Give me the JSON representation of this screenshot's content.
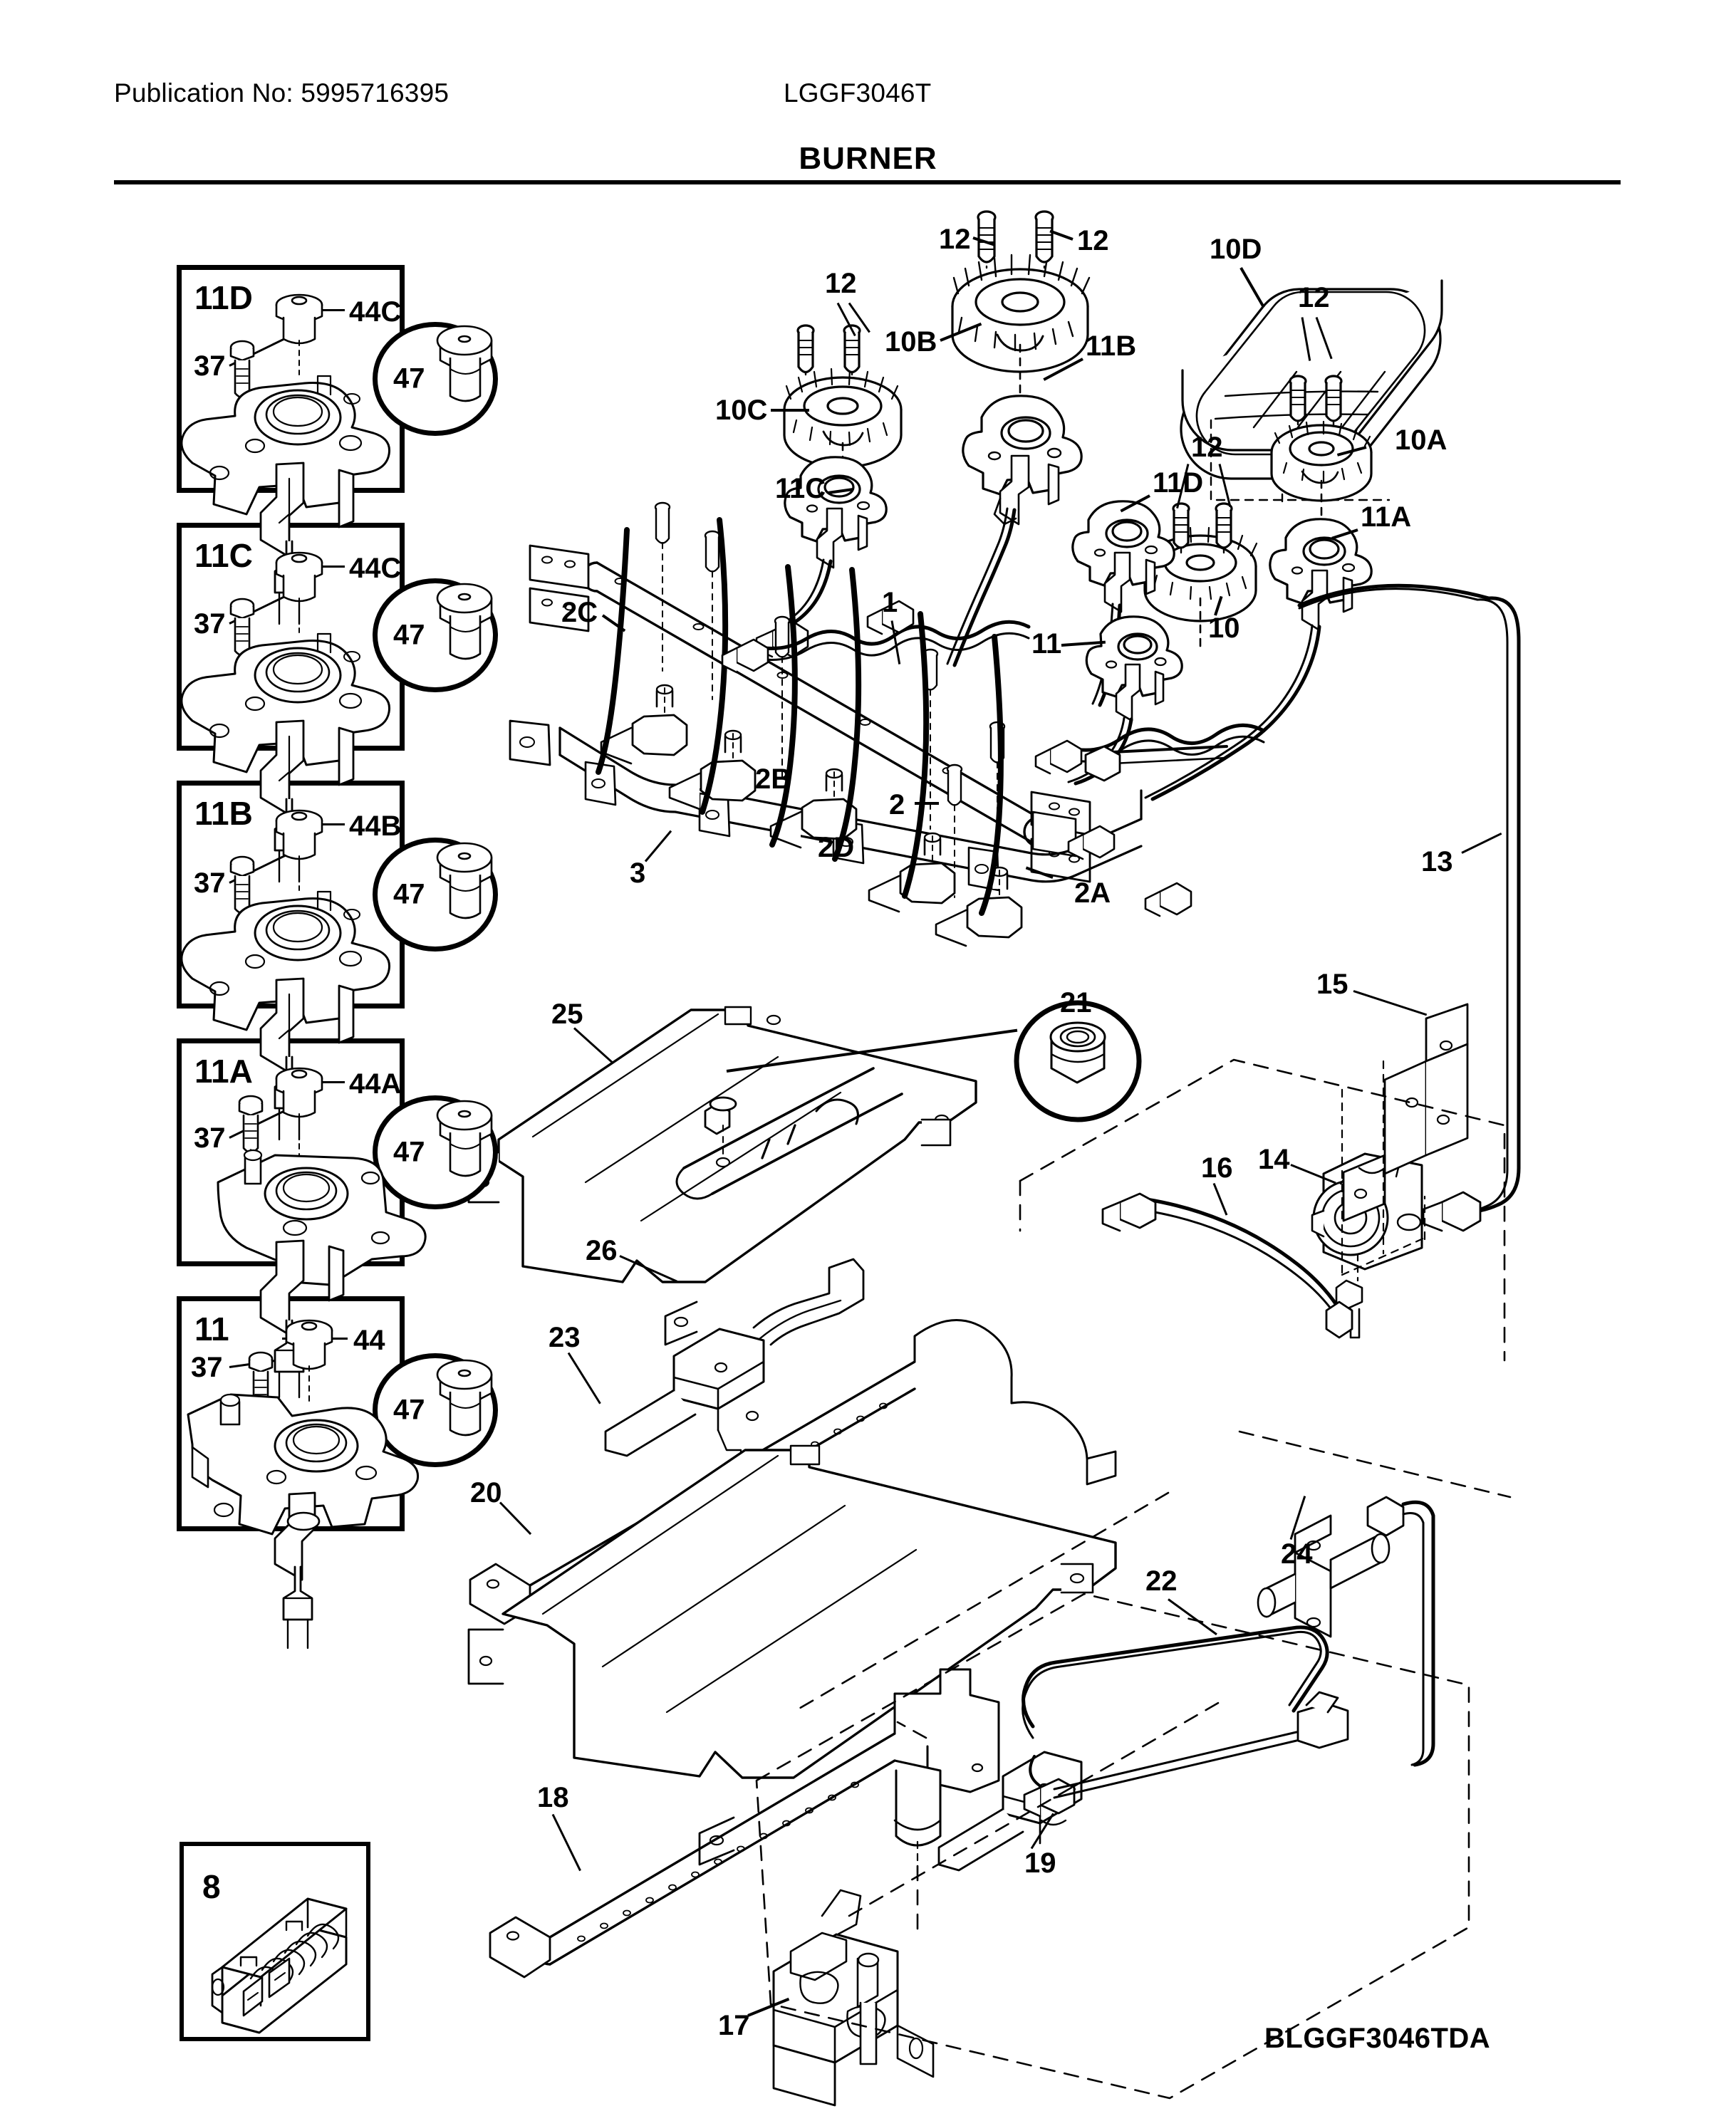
{
  "header": {
    "publication": "Publication No: 5995716395",
    "model": "LGGF3046T",
    "title": "BURNER"
  },
  "footer": {
    "code": "BLGGF3046TDA"
  },
  "detail_boxes": [
    {
      "id": "11D",
      "screw_label": "37",
      "cap_label": "44C",
      "circle_label": "47"
    },
    {
      "id": "11C",
      "screw_label": "37",
      "cap_label": "44C",
      "circle_label": "47"
    },
    {
      "id": "11B",
      "screw_label": "37",
      "cap_label": "44B",
      "circle_label": "47"
    },
    {
      "id": "11A",
      "screw_label": "37",
      "cap_label": "44A",
      "circle_label": "47"
    },
    {
      "id": "11",
      "screw_label": "37",
      "cap_label": "44",
      "circle_label": "47"
    }
  ],
  "igniter_box": {
    "id": "8"
  },
  "callouts": [
    {
      "key": "screw_12_a",
      "text": "12"
    },
    {
      "key": "screw_12_b",
      "text": "12"
    },
    {
      "key": "screw_12_c",
      "text": "12"
    },
    {
      "key": "screw_12_d",
      "text": "12"
    },
    {
      "key": "screw_12_e",
      "text": "12"
    },
    {
      "key": "cap_10b",
      "text": "10B"
    },
    {
      "key": "cap_10c",
      "text": "10C"
    },
    {
      "key": "cap_10d",
      "text": "10D"
    },
    {
      "key": "cap_10a",
      "text": "10A"
    },
    {
      "key": "cap_10",
      "text": "10"
    },
    {
      "key": "head_11b",
      "text": "11B"
    },
    {
      "key": "head_11c",
      "text": "11C"
    },
    {
      "key": "head_11d",
      "text": "11D"
    },
    {
      "key": "head_11a",
      "text": "11A"
    },
    {
      "key": "head_11",
      "text": "11"
    },
    {
      "key": "tube_1",
      "text": "1"
    },
    {
      "key": "tube_2",
      "text": "2"
    },
    {
      "key": "tube_2a",
      "text": "2A"
    },
    {
      "key": "tube_2b",
      "text": "2B"
    },
    {
      "key": "tube_2c",
      "text": "2C"
    },
    {
      "key": "tube_2d",
      "text": "2D"
    },
    {
      "key": "manifold_3",
      "text": "3"
    },
    {
      "key": "tube_13",
      "text": "13"
    },
    {
      "key": "regulator_14",
      "text": "14"
    },
    {
      "key": "bracket_15",
      "text": "15"
    },
    {
      "key": "tube_16",
      "text": "16"
    },
    {
      "key": "valve_17",
      "text": "17"
    },
    {
      "key": "burner_18",
      "text": "18"
    },
    {
      "key": "igniter_19",
      "text": "19"
    },
    {
      "key": "baffle_20",
      "text": "20"
    },
    {
      "key": "nut_21",
      "text": "21"
    },
    {
      "key": "tube_22",
      "text": "22"
    },
    {
      "key": "burner_23",
      "text": "23"
    },
    {
      "key": "fitting_24",
      "text": "24"
    },
    {
      "key": "baffle_25",
      "text": "25"
    },
    {
      "key": "igniter_26",
      "text": "26"
    }
  ],
  "colors": {
    "line": "#000000",
    "background": "#ffffff"
  }
}
